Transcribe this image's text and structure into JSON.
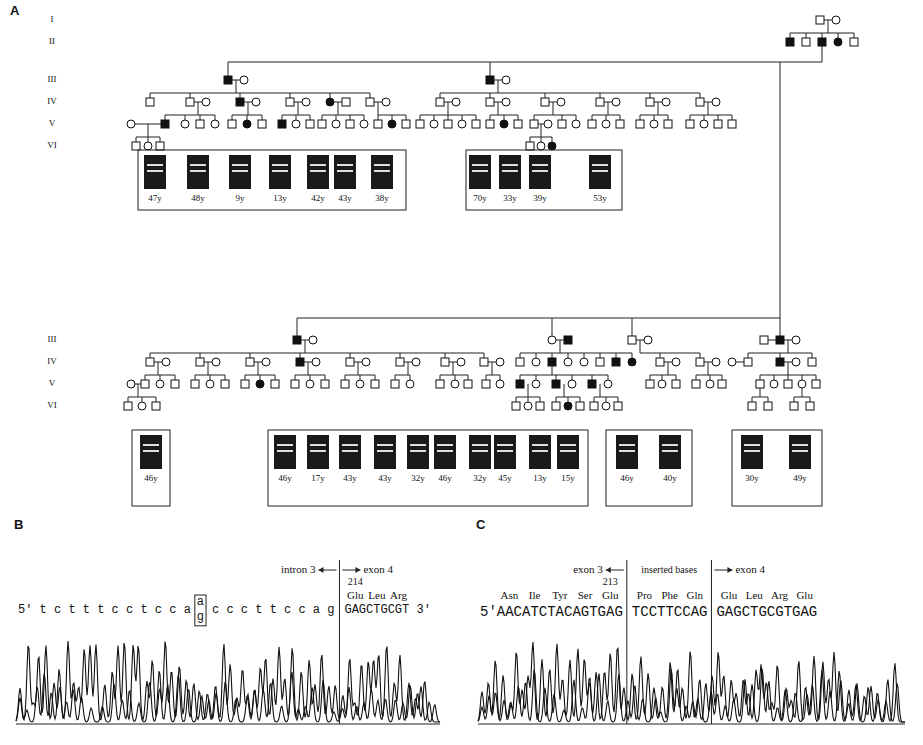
{
  "diagram": {
    "labels": [
      "A",
      "B",
      "C",
      "I",
      "II",
      "III",
      "IV",
      "V",
      "VI",
      "III",
      "IV",
      "V",
      "VI",
      "47y",
      "48y",
      "9y",
      "13y",
      "42y",
      "43y",
      "38y",
      "70y",
      "33y",
      "39y",
      "53y",
      "46y",
      "46y",
      "17y",
      "43y",
      "43y",
      "32y",
      "46y",
      "32y",
      "45y",
      "13y",
      "15y",
      "46y",
      "40y",
      "30y",
      "49y",
      "intron 3",
      "exon 4",
      "214",
      "Glu",
      "Leu",
      "Arg",
      "5' t c t t t c c t c c a",
      "a",
      "g",
      "c c c t t c c a g",
      "GAGCTGCGT 3'",
      "exon 3",
      "inserted bases",
      "exon 4",
      "213",
      "Asn",
      "Ile",
      "Tyr",
      "Ser",
      "Glu",
      "Pro",
      "Phe",
      "Gln",
      "Glu",
      "Leu",
      "Arg",
      "Glu",
      "5'AACATCTACAGTGAG",
      "TCCTTCCAG",
      "GAGCTGCGTGAG"
    ]
  }
}
